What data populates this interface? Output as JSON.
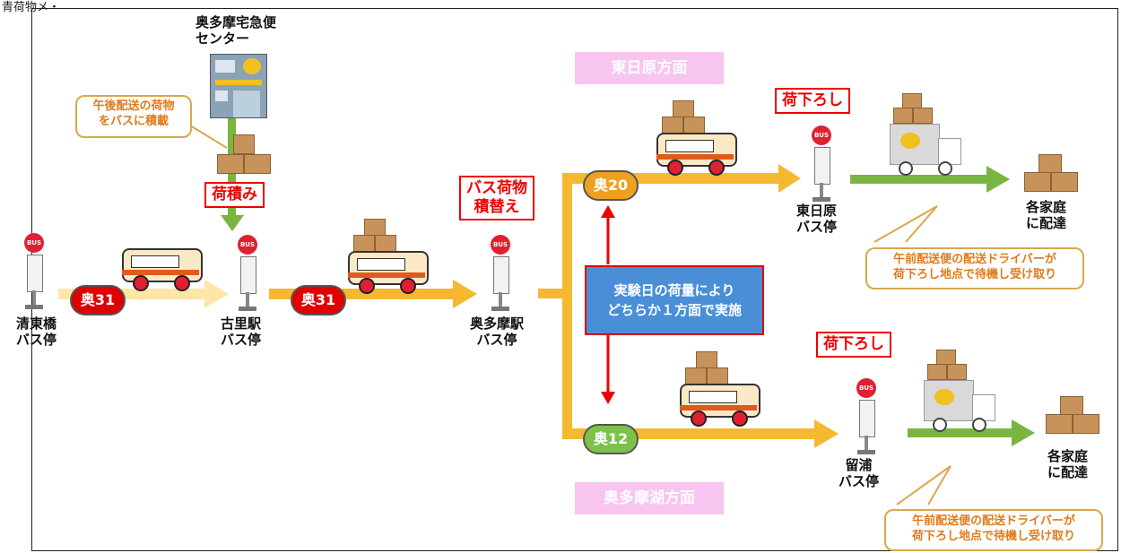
{
  "caption": "青荷物メ・",
  "center_label": [
    "奥多摩宅急便",
    "センター"
  ],
  "note_top": [
    "午後配送の荷物",
    "をバスに積載"
  ],
  "load_label": "荷積み",
  "transfer_label": [
    "バス荷物",
    "積替え"
  ],
  "unload_label": "荷下ろし",
  "stops": {
    "seitobashi": [
      "清東橋",
      "バス停"
    ],
    "furusato": [
      "古里駅",
      "バス停"
    ],
    "okutama": [
      "奥多摩駅",
      "バス停"
    ],
    "higashihibara": [
      "東日原",
      "バス停"
    ],
    "tomeura": [
      "留浦",
      "バス停"
    ]
  },
  "routes": {
    "oku31": "奥31",
    "oku20": "奥20",
    "oku12": "奥12"
  },
  "direction_top": "東日原方面",
  "direction_bottom": "奥多摩湖方面",
  "experiment_note": [
    "実験日の荷量により",
    "どちらか１方面で実施"
  ],
  "delivery": [
    "各家庭",
    "に配達"
  ],
  "driver_note": [
    "午前配送便の配送ドライバーが",
    "荷下ろし地点で待機し受け取り"
  ],
  "bus_sign": "BUS",
  "colors": {
    "orange_arrow": "#f5b830",
    "light_arrow": "#fde6a8",
    "green_arrow": "#79b540",
    "route_red": "#e00000",
    "route_orange": "#f0a020",
    "route_green": "#7cc24a",
    "label_red": "#e00000",
    "pink": "#f8c4f0",
    "blue_box": "#4a8fd6"
  }
}
